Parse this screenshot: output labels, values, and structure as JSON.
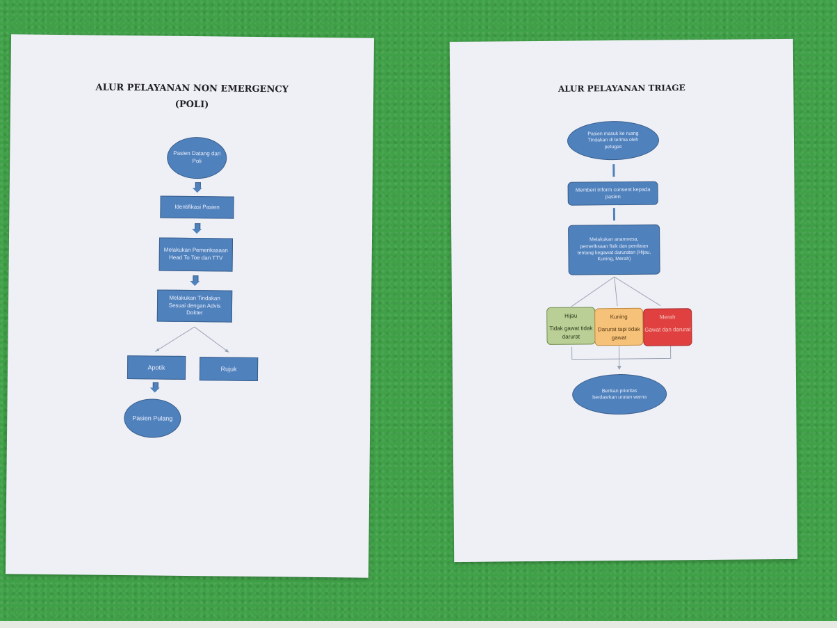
{
  "left_sheet": {
    "title_line1": "ALUR PELAYANAN NON EMERGENCY",
    "title_line2": "(POLI)",
    "start": "Pasien Datang dari Poli",
    "step1": "Identifikasi Pasien",
    "step2": "Melakukan Pemerikasaan Head To Toe dan TTV",
    "step3": "Melakukan Tindakan Sesuai dengan Advis Dokter",
    "branch_left": "Apotik",
    "branch_right": "Rujuk",
    "end": "Pasien Pulang"
  },
  "right_sheet": {
    "title": "ALUR PELAYANAN TRIAGE",
    "start": "Pasien masuk ke ruang Tindakan di terima oleh petugas",
    "step1": "Memberi Inform consent kepada pasien",
    "step2": "Melakukan anamnesa, pemeriksaan fisik dan penilaian tentang kegawat daruratan (Hijau, Kuning, Merah)",
    "categories": [
      {
        "name": "Hijau",
        "desc": "Tidak gawat tidak darurat",
        "color": "#b9cf95"
      },
      {
        "name": "Kuning",
        "desc": "Darurat tapi tidak gawat",
        "color": "#f6c27a"
      },
      {
        "name": "Merah",
        "desc": "Gawat dan darurat",
        "color": "#e0403f"
      }
    ],
    "end": "Berikan prioritas berdasrkan urutan warna"
  },
  "colors": {
    "node_fill": "#4f81bd",
    "node_border": "#385d8a",
    "background": "#3fa047",
    "paper": "#eff0f6"
  }
}
